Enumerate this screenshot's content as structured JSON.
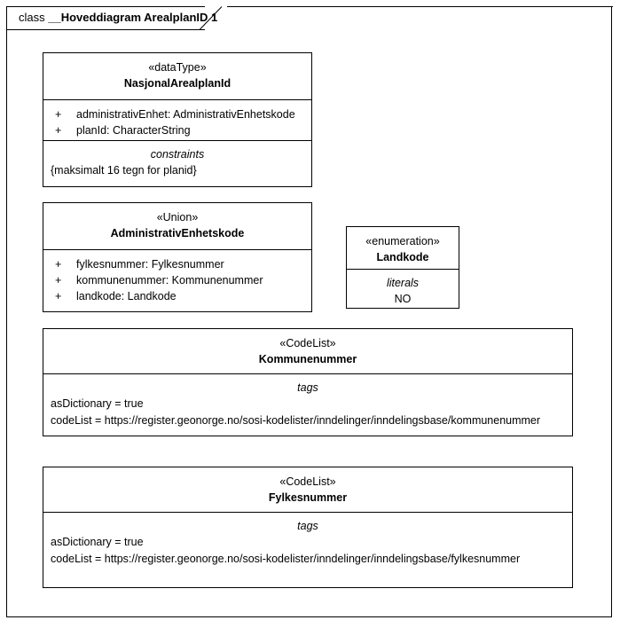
{
  "frame": {
    "keyword": "class",
    "name": "__Hoveddiagram ArealplanID 1"
  },
  "classes": [
    {
      "id": "nasjonalarealplanid",
      "stereotype": "«dataType»",
      "name": "NasjonalArealplanId",
      "attributes": [
        {
          "visibility": "+",
          "text": "administrativEnhet: AdministrativEnhetskode"
        },
        {
          "visibility": "+",
          "text": "planId: CharacterString"
        }
      ],
      "section_title": "constraints",
      "section_lines": [
        "{maksimalt 16 tegn for planid}"
      ]
    },
    {
      "id": "administrativenhetskode",
      "stereotype": "«Union»",
      "name": "AdministrativEnhetskode",
      "attributes": [
        {
          "visibility": "+",
          "text": "fylkesnummer: Fylkesnummer"
        },
        {
          "visibility": "+",
          "text": "kommunenummer: Kommunenummer"
        },
        {
          "visibility": "+",
          "text": "landkode: Landkode"
        }
      ]
    },
    {
      "id": "landkode",
      "stereotype": "«enumeration»",
      "name": "Landkode",
      "section_title": "literals",
      "section_lines": [
        "NO"
      ]
    },
    {
      "id": "kommunenummer",
      "stereotype": "«CodeList»",
      "name": "Kommunenummer",
      "section_title": "tags",
      "section_lines": [
        "asDictionary = true",
        "codeList = https://register.geonorge.no/sosi-kodelister/inndelinger/inndelingsbase/kommunenummer"
      ]
    },
    {
      "id": "fylkesnummer",
      "stereotype": "«CodeList»",
      "name": "Fylkesnummer",
      "section_title": "tags",
      "section_lines": [
        "asDictionary = true",
        "codeList = https://register.geonorge.no/sosi-kodelister/inndelinger/inndelingsbase/fylkesnummer"
      ]
    }
  ],
  "colors": {
    "line": "#000000",
    "background": "#ffffff",
    "text": "#000000"
  }
}
